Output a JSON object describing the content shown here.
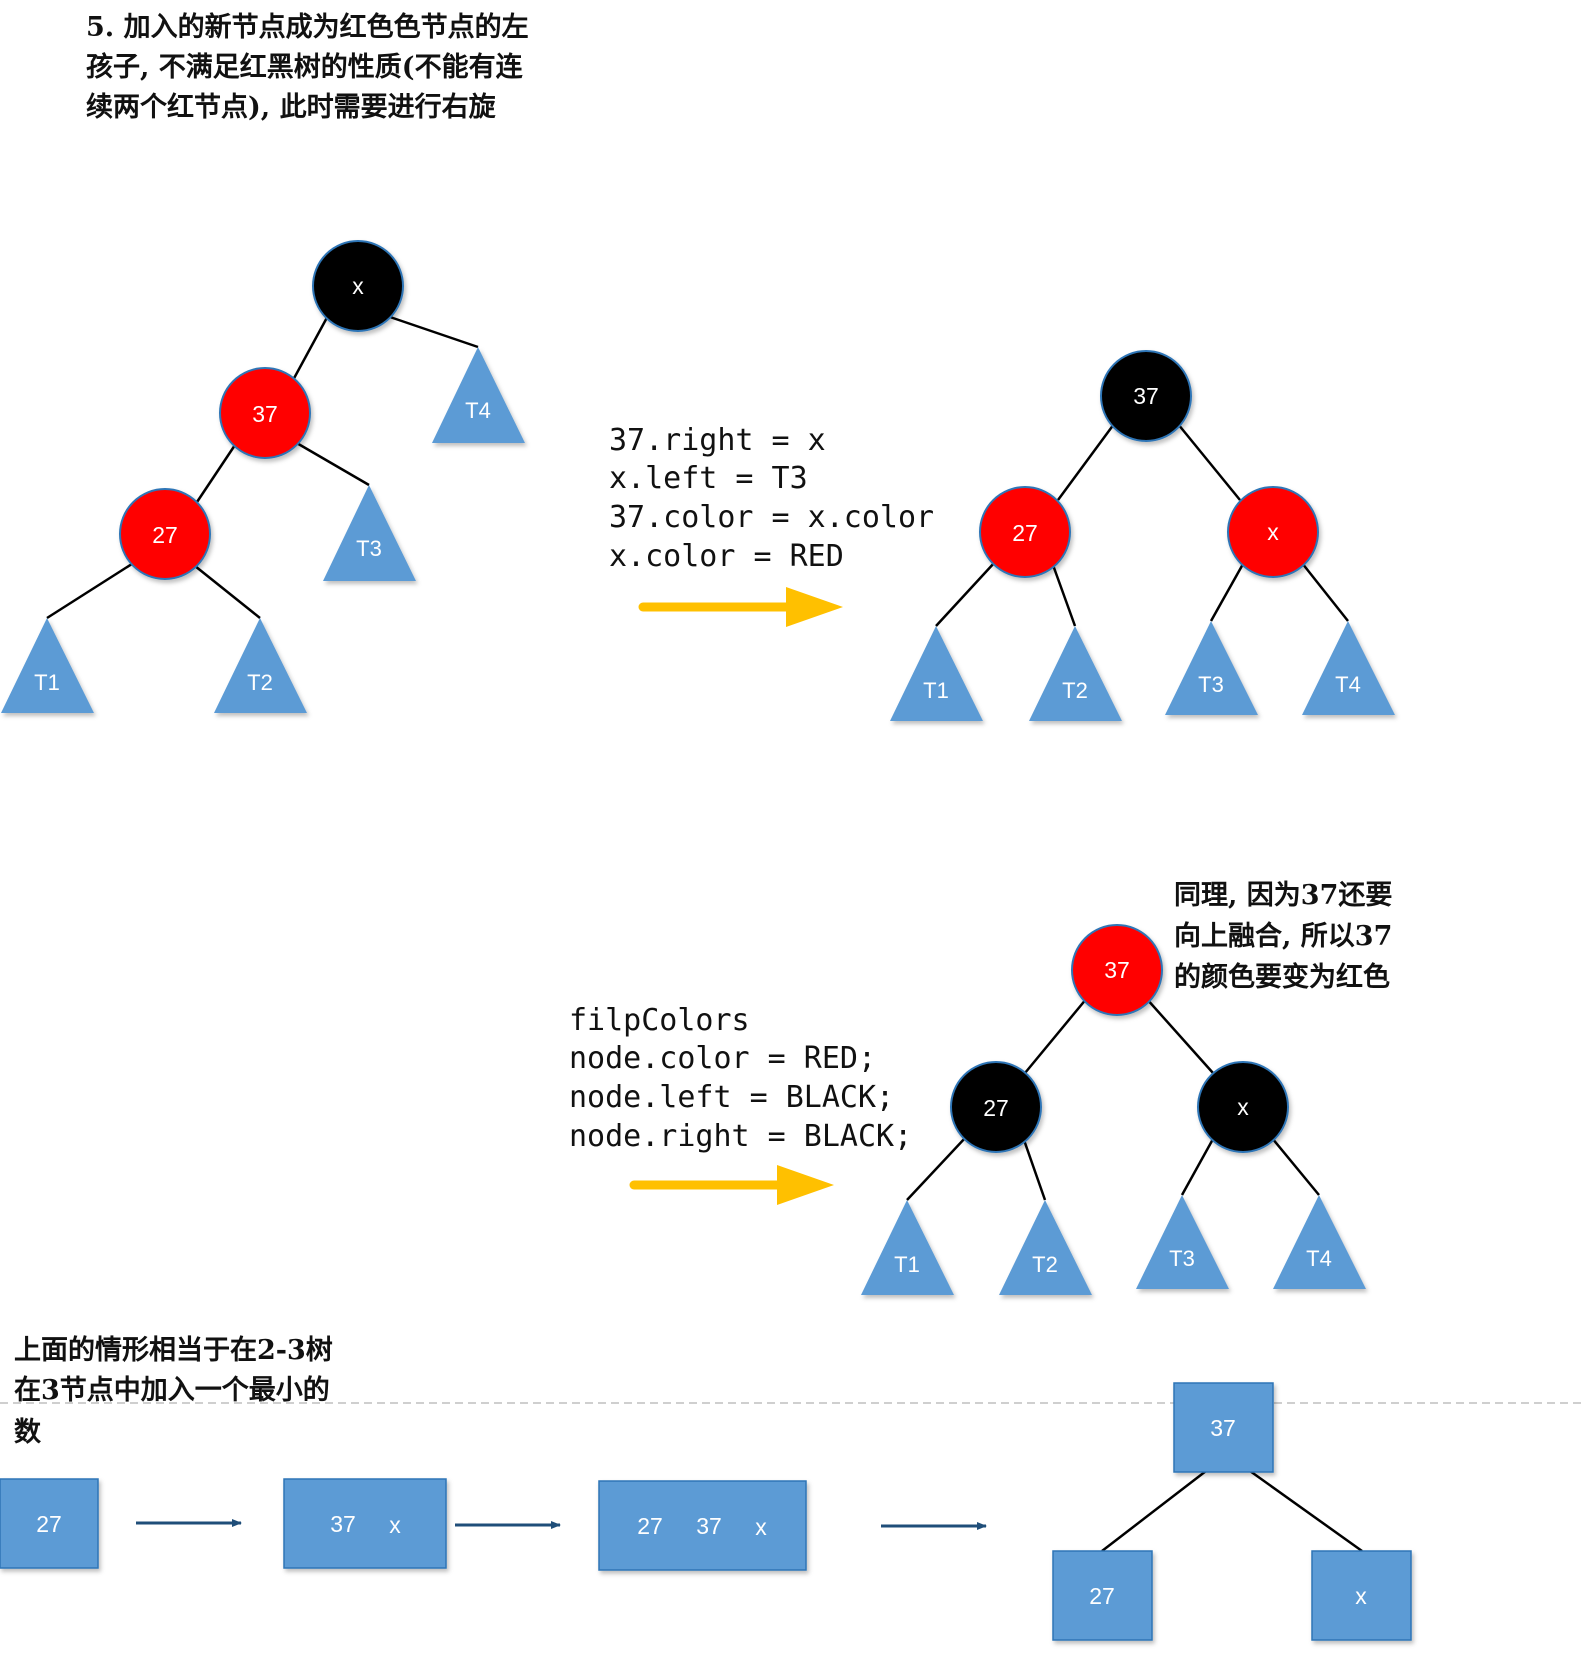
{
  "colors": {
    "node_black": "#000000",
    "node_red": "#ff0000",
    "subtree_blue": "#5b9bd5",
    "arrow_yellow": "#ffc000",
    "arrow_navy": "#1f4e79",
    "edge": "#000000",
    "dashed_line": "#bfbfbf"
  },
  "header_note": {
    "lines": [
      "5. 加入的新节点成为红色色节点的左",
      "孩子, 不满足红黑树的性质(不能有连",
      "续两个红节点), 此时需要进行右旋"
    ]
  },
  "diagram1": {
    "before": {
      "node_x": "x",
      "node_37": "37",
      "node_27": "27",
      "t1": "T1",
      "t2": "T2",
      "t3": "T3",
      "t4": "T4"
    },
    "code_lines": [
      "37.right = x",
      "x.left = T3",
      "37.color = x.color",
      "x.color = RED"
    ],
    "after": {
      "node_37": "37",
      "node_27": "27",
      "node_x": "x",
      "t1": "T1",
      "t2": "T2",
      "t3": "T3",
      "t4": "T4"
    }
  },
  "diagram2": {
    "note_lines": [
      "同理, 因为37还要",
      "向上融合, 所以37",
      "的颜色要变为红色"
    ],
    "code_lines": [
      "filpColors",
      "node.color = RED;",
      "node.left = BLACK;",
      "node.right = BLACK;"
    ],
    "tree": {
      "node_37": "37",
      "node_27": "27",
      "node_x": "x",
      "t1": "T1",
      "t2": "T2",
      "t3": "T3",
      "t4": "T4"
    }
  },
  "diagram3": {
    "note_lines": [
      "上面的情形相当于在2-3树",
      "在3节点中加入一个最小的",
      "数"
    ],
    "box1": "27",
    "box2": [
      "37",
      "x"
    ],
    "box3": [
      "27",
      "37",
      "x"
    ],
    "result_top": "37",
    "result_left": "27",
    "result_right": "x"
  }
}
